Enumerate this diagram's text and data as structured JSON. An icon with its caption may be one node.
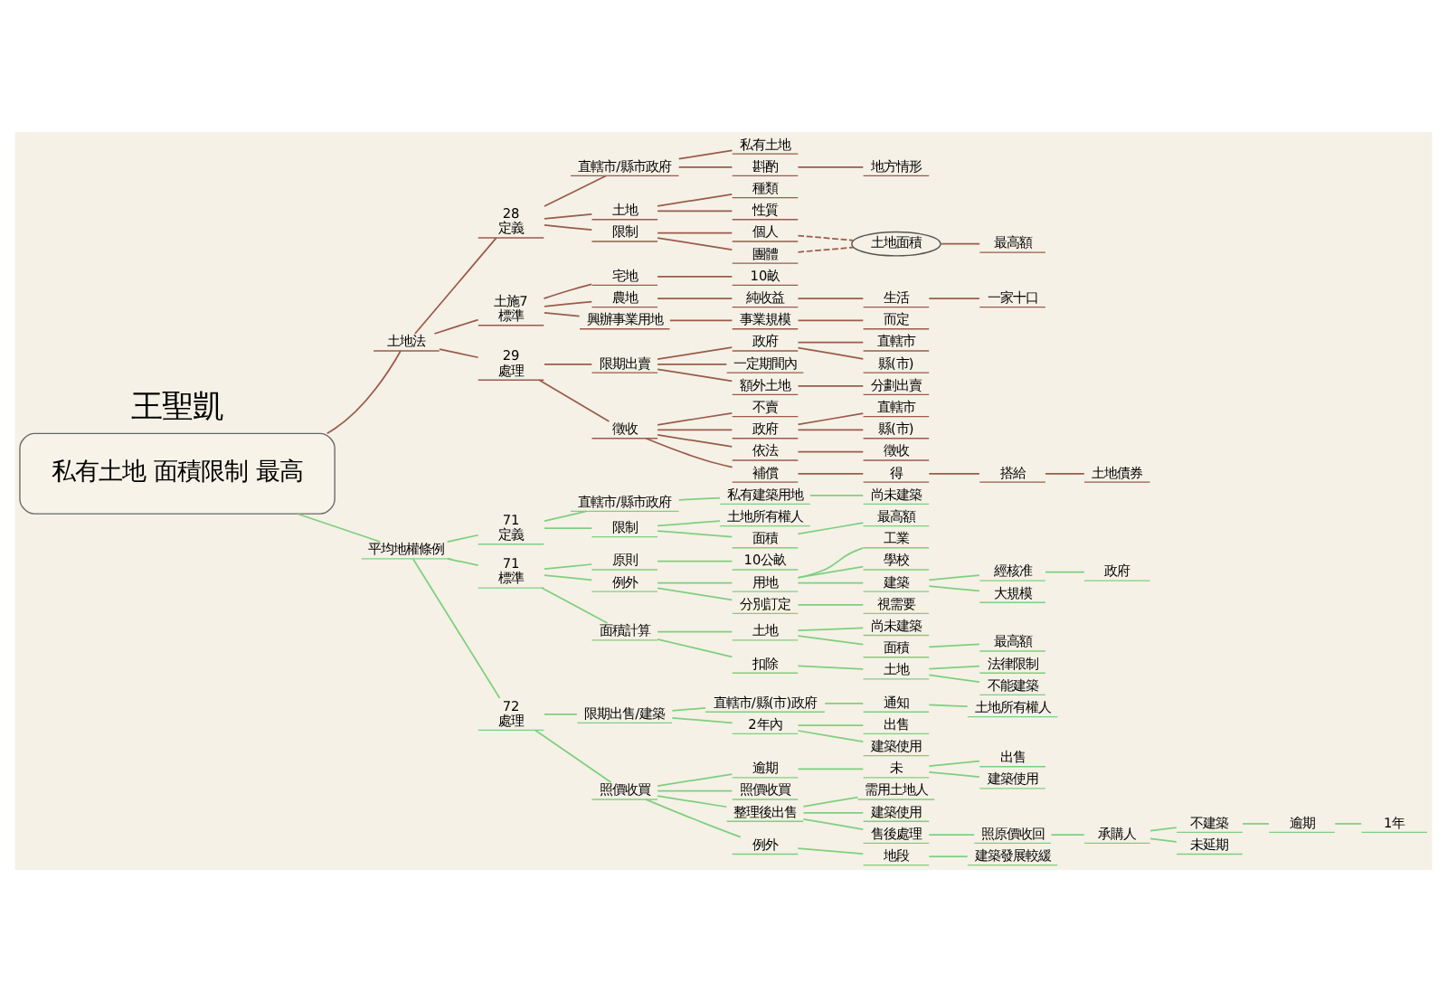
{
  "diagram": {
    "nodes": [
      {
        "text": [
          "私有土地 面積限制 最高"
        ]
      },
      {
        "text": [
          "土地法"
        ]
      },
      {
        "text": [
          "28",
          "定義"
        ]
      },
      {
        "text": [
          "直轄市/縣市政府"
        ]
      },
      {
        "text": [
          "私有土地"
        ]
      },
      {
        "text": [
          "斟酌"
        ]
      },
      {
        "text": [
          "地方情形"
        ]
      },
      {
        "text": [
          "土地"
        ]
      },
      {
        "text": [
          "種類"
        ]
      },
      {
        "text": [
          "性質"
        ]
      },
      {
        "text": [
          "限制"
        ]
      },
      {
        "text": [
          "個人"
        ]
      },
      {
        "text": [
          "團體"
        ]
      },
      {
        "text": [
          "土地面積"
        ]
      },
      {
        "text": [
          "最高額"
        ]
      },
      {
        "text": [
          "土施7",
          "標準"
        ]
      },
      {
        "text": [
          "宅地"
        ]
      },
      {
        "text": [
          "10畝"
        ]
      },
      {
        "text": [
          "農地"
        ]
      },
      {
        "text": [
          "純收益"
        ]
      },
      {
        "text": [
          "生活"
        ]
      },
      {
        "text": [
          "一家十口"
        ]
      },
      {
        "text": [
          "興辦事業用地"
        ]
      },
      {
        "text": [
          "事業規模"
        ]
      },
      {
        "text": [
          "而定"
        ]
      },
      {
        "text": [
          "29",
          "處理"
        ]
      },
      {
        "text": [
          "限期出賣"
        ]
      },
      {
        "text": [
          "政府"
        ]
      },
      {
        "text": [
          "直轄市"
        ]
      },
      {
        "text": [
          "縣(市)"
        ]
      },
      {
        "text": [
          "一定期間內"
        ]
      },
      {
        "text": [
          "額外土地"
        ]
      },
      {
        "text": [
          "分劃出賣"
        ]
      },
      {
        "text": [
          "徵收"
        ]
      },
      {
        "text": [
          "不賣"
        ]
      },
      {
        "text": [
          "政府"
        ]
      },
      {
        "text": [
          "直轄市"
        ]
      },
      {
        "text": [
          "縣(市)"
        ]
      },
      {
        "text": [
          "依法"
        ]
      },
      {
        "text": [
          "徵收"
        ]
      },
      {
        "text": [
          "補償"
        ]
      },
      {
        "text": [
          "得"
        ]
      },
      {
        "text": [
          "搭給"
        ]
      },
      {
        "text": [
          "土地債券"
        ]
      },
      {
        "text": [
          "平均地權條例"
        ]
      },
      {
        "text": [
          "71",
          "定義"
        ]
      },
      {
        "text": [
          "直轄市/縣市政府"
        ]
      },
      {
        "text": [
          "私有建築用地"
        ]
      },
      {
        "text": [
          "尚未建築"
        ]
      },
      {
        "text": [
          "限制"
        ]
      },
      {
        "text": [
          "土地所有權人"
        ]
      },
      {
        "text": [
          "面積"
        ]
      },
      {
        "text": [
          "最高額"
        ]
      },
      {
        "text": [
          "71",
          "標準"
        ]
      },
      {
        "text": [
          "原則"
        ]
      },
      {
        "text": [
          "10公畝"
        ]
      },
      {
        "text": [
          "例外"
        ]
      },
      {
        "text": [
          "用地"
        ]
      },
      {
        "text": [
          "工業"
        ]
      },
      {
        "text": [
          "學校"
        ]
      },
      {
        "text": [
          "建築"
        ]
      },
      {
        "text": [
          "經核准"
        ]
      },
      {
        "text": [
          "政府"
        ]
      },
      {
        "text": [
          "大規模"
        ]
      },
      {
        "text": [
          "分別訂定"
        ]
      },
      {
        "text": [
          "視需要"
        ]
      },
      {
        "text": [
          "面積計算"
        ]
      },
      {
        "text": [
          "土地"
        ]
      },
      {
        "text": [
          "尚未建築"
        ]
      },
      {
        "text": [
          "面積"
        ]
      },
      {
        "text": [
          "最高額"
        ]
      },
      {
        "text": [
          "扣除"
        ]
      },
      {
        "text": [
          "土地"
        ]
      },
      {
        "text": [
          "法律限制"
        ]
      },
      {
        "text": [
          "不能建築"
        ]
      },
      {
        "text": [
          "72",
          "處理"
        ]
      },
      {
        "text": [
          "限期出售/建築"
        ]
      },
      {
        "text": [
          "直轄市/縣(市)政府"
        ]
      },
      {
        "text": [
          "通知"
        ]
      },
      {
        "text": [
          "土地所有權人"
        ]
      },
      {
        "text": [
          "2年內"
        ]
      },
      {
        "text": [
          "出售"
        ]
      },
      {
        "text": [
          "建築使用"
        ]
      },
      {
        "text": [
          "照價收買"
        ]
      },
      {
        "text": [
          "逾期"
        ]
      },
      {
        "text": [
          "未"
        ]
      },
      {
        "text": [
          "出售"
        ]
      },
      {
        "text": [
          "建築使用"
        ]
      },
      {
        "text": [
          "照價收買"
        ]
      },
      {
        "text": [
          "整理後出售"
        ]
      },
      {
        "text": [
          "需用土地人"
        ]
      },
      {
        "text": [
          "建築使用"
        ]
      },
      {
        "text": [
          "售後處理"
        ]
      },
      {
        "text": [
          "照原價收回"
        ]
      },
      {
        "text": [
          "承購人"
        ]
      },
      {
        "text": [
          "不建築"
        ]
      },
      {
        "text": [
          "逾期"
        ]
      },
      {
        "text": [
          "1年"
        ]
      },
      {
        "text": [
          "未延期"
        ]
      },
      {
        "text": [
          "例外"
        ]
      },
      {
        "text": [
          "地段"
        ]
      },
      {
        "text": [
          "建築發展較緩"
        ]
      }
    ],
    "edges": [
      {
        "from": 0,
        "to": 1,
        "arrow": "none",
        "color": "#9a5b4b"
      },
      {
        "from": 1,
        "to": 2,
        "arrow": "none",
        "color": "#9a5b4b"
      },
      {
        "from": 2,
        "to": 3,
        "arrow": "none",
        "color": "#9a5b4b"
      },
      {
        "from": 3,
        "to": 4,
        "arrow": "none",
        "color": "#9a5b4b"
      },
      {
        "from": 3,
        "to": 5,
        "arrow": "none",
        "color": "#9a5b4b"
      },
      {
        "from": 5,
        "to": 6,
        "arrow": "none",
        "color": "#9a5b4b"
      },
      {
        "from": 2,
        "to": 7,
        "arrow": "none",
        "color": "#9a5b4b"
      },
      {
        "from": 7,
        "to": 8,
        "arrow": "none",
        "color": "#9a5b4b"
      },
      {
        "from": 7,
        "to": 9,
        "arrow": "none",
        "color": "#9a5b4b"
      },
      {
        "from": 2,
        "to": 10,
        "arrow": "none",
        "color": "#9a5b4b"
      },
      {
        "from": 10,
        "to": 11,
        "arrow": "none",
        "color": "#9a5b4b"
      },
      {
        "from": 10,
        "to": 12,
        "arrow": "none",
        "color": "#9a5b4b"
      },
      {
        "from": 11,
        "to": 13,
        "arrow": "none",
        "style": "dashed",
        "color": "#9a5b4b"
      },
      {
        "from": 12,
        "to": 13,
        "arrow": "none",
        "style": "dashed",
        "color": "#9a5b4b"
      },
      {
        "from": 13,
        "to": 14,
        "arrow": "none",
        "color": "#9a5b4b"
      },
      {
        "from": 1,
        "to": 15,
        "arrow": "none",
        "color": "#9a5b4b"
      },
      {
        "from": 15,
        "to": 16,
        "arrow": "none",
        "color": "#9a5b4b"
      },
      {
        "from": 16,
        "to": 17,
        "arrow": "none",
        "color": "#9a5b4b"
      },
      {
        "from": 15,
        "to": 18,
        "arrow": "none",
        "color": "#9a5b4b"
      },
      {
        "from": 18,
        "to": 19,
        "arrow": "none",
        "color": "#9a5b4b"
      },
      {
        "from": 19,
        "to": 20,
        "arrow": "none",
        "color": "#9a5b4b"
      },
      {
        "from": 20,
        "to": 21,
        "arrow": "none",
        "color": "#9a5b4b"
      },
      {
        "from": 15,
        "to": 22,
        "arrow": "none",
        "color": "#9a5b4b"
      },
      {
        "from": 22,
        "to": 23,
        "arrow": "none",
        "color": "#9a5b4b"
      },
      {
        "from": 23,
        "to": 24,
        "arrow": "none",
        "color": "#9a5b4b"
      },
      {
        "from": 1,
        "to": 25,
        "arrow": "none",
        "color": "#9a5b4b"
      },
      {
        "from": 25,
        "to": 26,
        "arrow": "none",
        "color": "#9a5b4b"
      },
      {
        "from": 26,
        "to": 27,
        "arrow": "none",
        "color": "#9a5b4b"
      },
      {
        "from": 27,
        "to": 28,
        "arrow": "none",
        "color": "#9a5b4b"
      },
      {
        "from": 27,
        "to": 29,
        "arrow": "none",
        "color": "#9a5b4b"
      },
      {
        "from": 26,
        "to": 30,
        "arrow": "none",
        "color": "#9a5b4b"
      },
      {
        "from": 26,
        "to": 31,
        "arrow": "none",
        "color": "#9a5b4b"
      },
      {
        "from": 31,
        "to": 32,
        "arrow": "none",
        "color": "#9a5b4b"
      },
      {
        "from": 25,
        "to": 33,
        "arrow": "none",
        "color": "#9a5b4b"
      },
      {
        "from": 33,
        "to": 34,
        "arrow": "none",
        "color": "#9a5b4b"
      },
      {
        "from": 33,
        "to": 35,
        "arrow": "none",
        "color": "#9a5b4b"
      },
      {
        "from": 35,
        "to": 36,
        "arrow": "none",
        "color": "#9a5b4b"
      },
      {
        "from": 35,
        "to": 37,
        "arrow": "none",
        "color": "#9a5b4b"
      },
      {
        "from": 33,
        "to": 38,
        "arrow": "none",
        "color": "#9a5b4b"
      },
      {
        "from": 38,
        "to": 39,
        "arrow": "none",
        "color": "#9a5b4b"
      },
      {
        "from": 33,
        "to": 40,
        "arrow": "none",
        "color": "#9a5b4b"
      },
      {
        "from": 40,
        "to": 41,
        "arrow": "none",
        "color": "#9a5b4b"
      },
      {
        "from": 41,
        "to": 42,
        "arrow": "none",
        "color": "#9a5b4b"
      },
      {
        "from": 42,
        "to": 43,
        "arrow": "none",
        "color": "#9a5b4b"
      },
      {
        "from": 0,
        "to": 44,
        "arrow": "none"
      },
      {
        "from": 44,
        "to": 45,
        "arrow": "none"
      },
      {
        "from": 45,
        "to": 46,
        "arrow": "none"
      },
      {
        "from": 46,
        "to": 47,
        "arrow": "none"
      },
      {
        "from": 47,
        "to": 48,
        "arrow": "none"
      },
      {
        "from": 45,
        "to": 49,
        "arrow": "none"
      },
      {
        "from": 49,
        "to": 50,
        "arrow": "none"
      },
      {
        "from": 49,
        "to": 51,
        "arrow": "none"
      },
      {
        "from": 51,
        "to": 52,
        "arrow": "none"
      },
      {
        "from": 44,
        "to": 53,
        "arrow": "none"
      },
      {
        "from": 53,
        "to": 54,
        "arrow": "none"
      },
      {
        "from": 54,
        "to": 55,
        "arrow": "none"
      },
      {
        "from": 53,
        "to": 56,
        "arrow": "none"
      },
      {
        "from": 56,
        "to": 57,
        "arrow": "none"
      },
      {
        "from": 57,
        "to": 58,
        "arrow": "none"
      },
      {
        "from": 57,
        "to": 59,
        "arrow": "none"
      },
      {
        "from": 57,
        "to": 60,
        "arrow": "none"
      },
      {
        "from": 60,
        "to": 61,
        "arrow": "none"
      },
      {
        "from": 61,
        "to": 62,
        "arrow": "none"
      },
      {
        "from": 60,
        "to": 63,
        "arrow": "none"
      },
      {
        "from": 56,
        "to": 64,
        "arrow": "none"
      },
      {
        "from": 64,
        "to": 65,
        "arrow": "none"
      },
      {
        "from": 53,
        "to": 66,
        "arrow": "none"
      },
      {
        "from": 66,
        "to": 67,
        "arrow": "none"
      },
      {
        "from": 67,
        "to": 68,
        "arrow": "none"
      },
      {
        "from": 67,
        "to": 69,
        "arrow": "none"
      },
      {
        "from": 69,
        "to": 70,
        "arrow": "none"
      },
      {
        "from": 66,
        "to": 71,
        "arrow": "none"
      },
      {
        "from": 71,
        "to": 72,
        "arrow": "none"
      },
      {
        "from": 72,
        "to": 73,
        "arrow": "none"
      },
      {
        "from": 72,
        "to": 74,
        "arrow": "none"
      },
      {
        "from": 44,
        "to": 75,
        "arrow": "none"
      },
      {
        "from": 75,
        "to": 76,
        "arrow": "none"
      },
      {
        "from": 76,
        "to": 77,
        "arrow": "none"
      },
      {
        "from": 77,
        "to": 78,
        "arrow": "none"
      },
      {
        "from": 78,
        "to": 79,
        "arrow": "none"
      },
      {
        "from": 76,
        "to": 80,
        "arrow": "none"
      },
      {
        "from": 80,
        "to": 81,
        "arrow": "none"
      },
      {
        "from": 80,
        "to": 82,
        "arrow": "none"
      },
      {
        "from": 75,
        "to": 83,
        "arrow": "none"
      },
      {
        "from": 83,
        "to": 84,
        "arrow": "none"
      },
      {
        "from": 84,
        "to": 85,
        "arrow": "none"
      },
      {
        "from": 85,
        "to": 86,
        "arrow": "none"
      },
      {
        "from": 85,
        "to": 87,
        "arrow": "none"
      },
      {
        "from": 83,
        "to": 88,
        "arrow": "none"
      },
      {
        "from": 83,
        "to": 89,
        "arrow": "none"
      },
      {
        "from": 89,
        "to": 90,
        "arrow": "none"
      },
      {
        "from": 89,
        "to": 91,
        "arrow": "none"
      },
      {
        "from": 89,
        "to": 92,
        "arrow": "none"
      },
      {
        "from": 92,
        "to": 93,
        "arrow": "none"
      },
      {
        "from": 93,
        "to": 94,
        "arrow": "none"
      },
      {
        "from": 94,
        "to": 95,
        "arrow": "none"
      },
      {
        "from": 95,
        "to": 96,
        "arrow": "none"
      },
      {
        "from": 96,
        "to": 97,
        "arrow": "none"
      },
      {
        "from": 94,
        "to": 98,
        "arrow": "none"
      },
      {
        "from": 83,
        "to": 99,
        "arrow": "none"
      },
      {
        "from": 99,
        "to": 100,
        "arrow": "none"
      },
      {
        "from": 100,
        "to": 101,
        "arrow": "none"
      }
    ],
    "labels": [
      "王聖凱"
    ]
  }
}
